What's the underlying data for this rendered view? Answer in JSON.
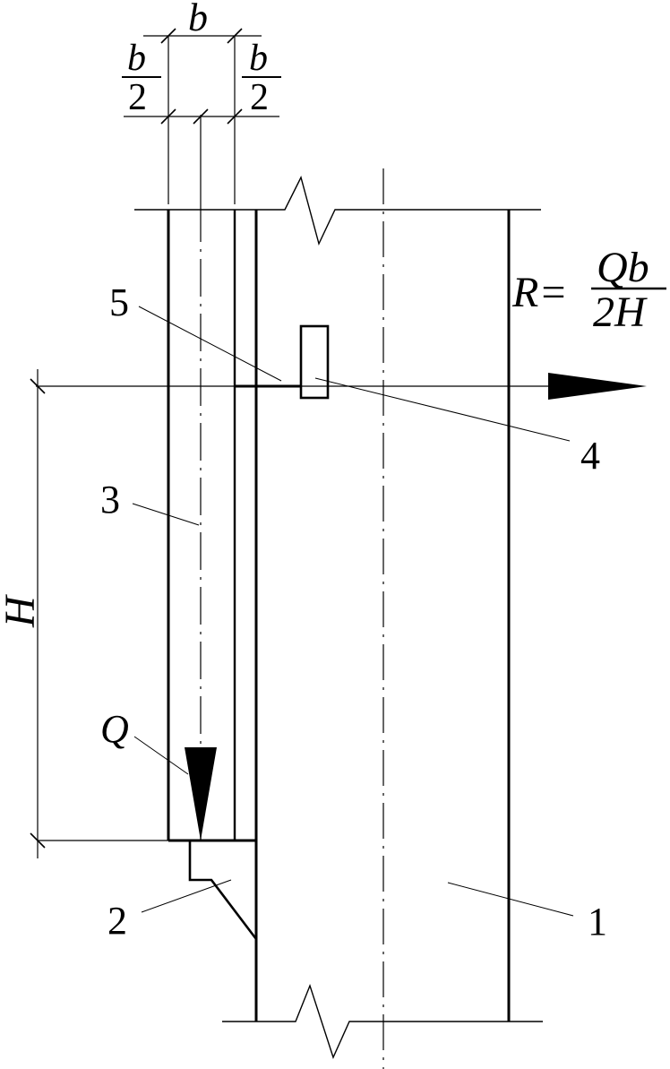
{
  "labels": {
    "part_1": "1",
    "part_2": "2",
    "part_3": "3",
    "part_4": "4",
    "part_5": "5",
    "height": "H",
    "load": "Q",
    "reaction_lhs": "R=",
    "reaction_num": "Qb",
    "reaction_den": "2H",
    "dim_b": "b",
    "dim_half_left_num": "b",
    "dim_half_left_den": "2",
    "dim_half_right_num": "b",
    "dim_half_right_den": "2"
  },
  "colors": {
    "ink": "#000000",
    "paper": "#ffffff"
  }
}
